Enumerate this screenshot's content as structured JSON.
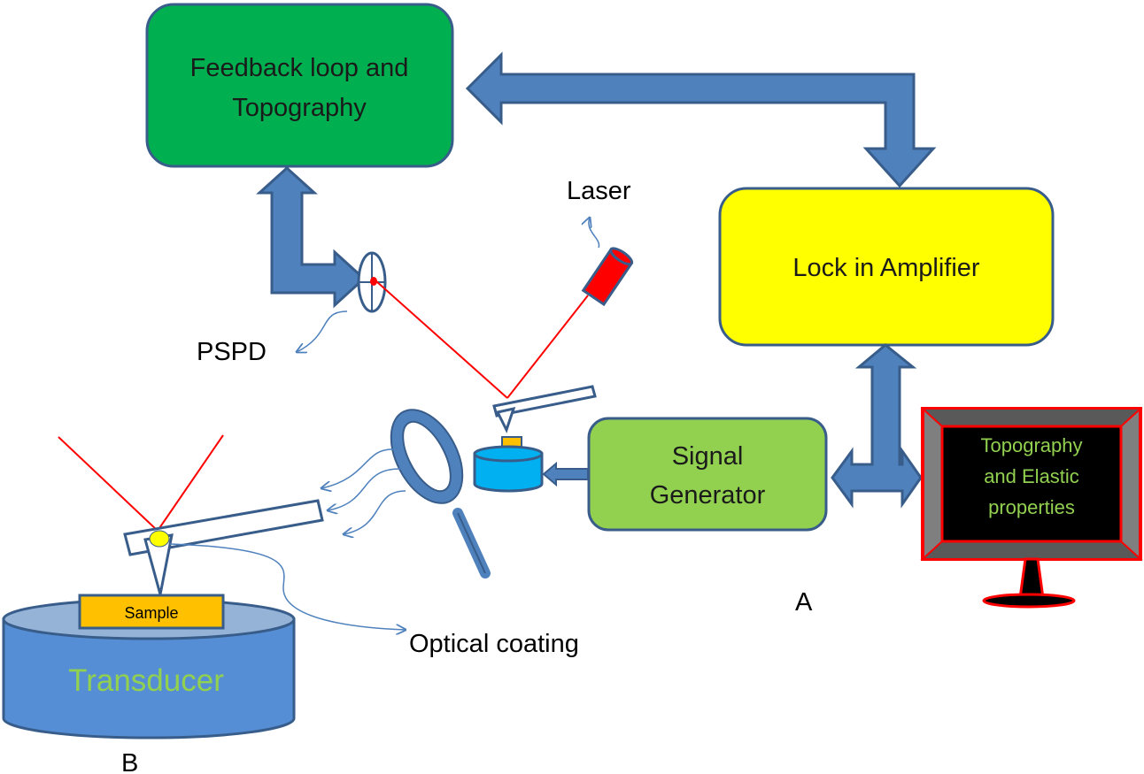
{
  "blocks": {
    "feedback": {
      "line1": "Feedback loop and",
      "line2": "Topography",
      "color": "#00b050"
    },
    "lockin": {
      "label": "Lock in Amplifier",
      "color": "#ffff00"
    },
    "signal": {
      "line1": "Signal",
      "line2": "Generator",
      "color": "#92d050"
    },
    "monitor": {
      "line1": "Topography",
      "line2": "and Elastic",
      "line3": "properties",
      "text_color": "#92d050",
      "frame_color": "#ff0000"
    }
  },
  "labels": {
    "laser": "Laser",
    "pspd": "PSPD",
    "optical_coating": "Optical coating",
    "sample": "Sample",
    "transducer": "Transducer",
    "panel_a": "A",
    "panel_b": "B"
  },
  "colors": {
    "arrow": "#4f81bd",
    "arrow_stroke": "#385d8a",
    "laser_beam": "#ff0000",
    "transducer": "#558ed5",
    "sample": "#ffc000",
    "piezo": "#00b0f0"
  }
}
